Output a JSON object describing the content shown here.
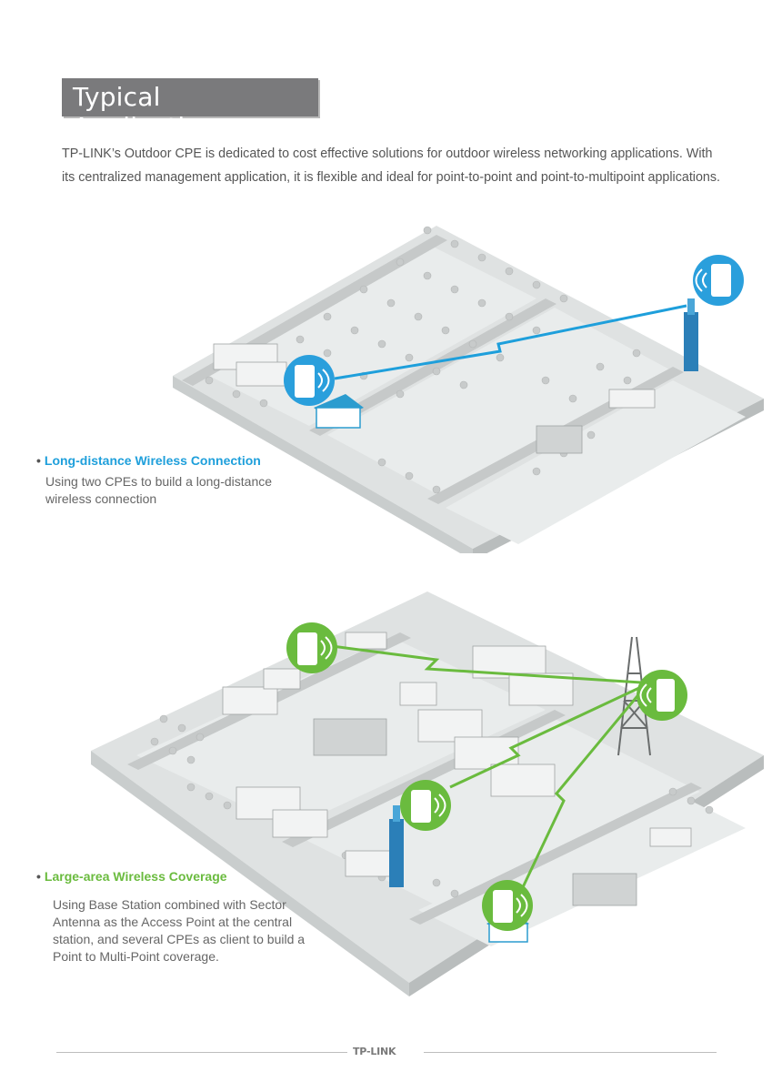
{
  "section_title": "Typical Applications",
  "intro_text": "TP-LINK’s Outdoor CPE is dedicated to cost effective solutions for outdoor wireless networking applications. With its centralized management application, it is flexible and ideal for point-to-point and point-to-multipoint applications.",
  "apps": [
    {
      "title": "Long-distance Wireless Connection",
      "description": "Using two CPEs to build a long-distance wireless connection",
      "accent_color": "#1e9fdb"
    },
    {
      "title": "Large-area Wireless Coverage",
      "description": "Using Base Station combined with Sector Antenna as the Access Point at the central station, and several CPEs as client to build a Point to Multi-Point coverage.",
      "accent_color": "#6abb3e"
    }
  ],
  "footer": {
    "logo_text": "TP-LINK"
  }
}
